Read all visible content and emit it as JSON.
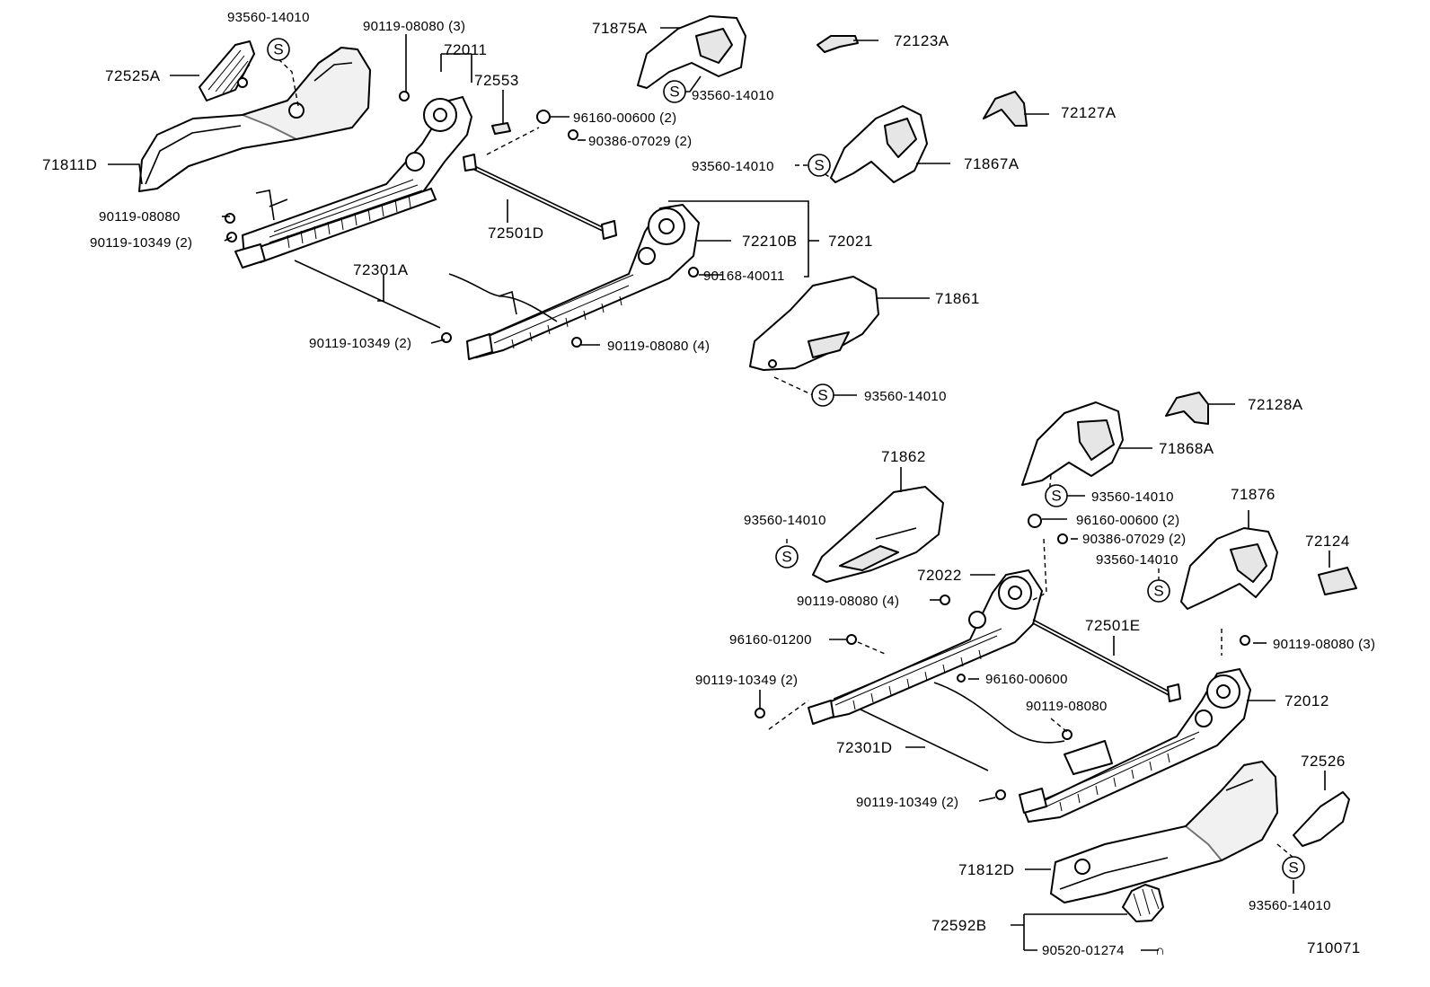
{
  "diagram_code": "710071",
  "seal_symbol": "S",
  "labels": {
    "p72525A": "72525A",
    "p71811D": "71811D",
    "p93560_a": "93560-14010",
    "p90119_08080_3a": "90119-08080 (3)",
    "p72011": "72011",
    "p72553": "72553",
    "p96160_00600_2a": "96160-00600 (2)",
    "p90386_07029_2a": "90386-07029 (2)",
    "p90119_08080_a": "90119-08080",
    "p90119_10349_2a": "90119-10349 (2)",
    "p72501D": "72501D",
    "p72301A": "72301A",
    "p90119_10349_2b": "90119-10349 (2)",
    "p90119_08080_4a": "90119-08080 (4)",
    "p72210B": "72210B",
    "p72021": "72021",
    "p90168_40011": "90168-40011",
    "p71875A": "71875A",
    "p93560_b": "93560-14010",
    "p72123A": "72123A",
    "p72127A": "72127A",
    "p93560_c": "93560-14010",
    "p71867A": "71867A",
    "p71861": "71861",
    "p93560_d": "93560-14010",
    "p72128A": "72128A",
    "p71868A": "71868A",
    "p93560_e": "93560-14010",
    "p71862": "71862",
    "p93560_f": "93560-14010",
    "p71876": "71876",
    "p96160_00600_2b": "96160-00600 (2)",
    "p90386_07029_2b": "90386-07029 (2)",
    "p93560_g": "93560-14010",
    "p72124": "72124",
    "p72022": "72022",
    "p90119_08080_4b": "90119-08080 (4)",
    "p96160_01200": "96160-01200",
    "p72501E": "72501E",
    "p90119_08080_3b": "90119-08080 (3)",
    "p90119_10349_2c": "90119-10349 (2)",
    "p96160_00600": "96160-00600",
    "p72012": "72012",
    "p90119_08080_b": "90119-08080",
    "p72301D": "72301D",
    "p90119_10349_2d": "90119-10349 (2)",
    "p72526": "72526",
    "p71812D": "71812D",
    "p93560_h": "93560-14010",
    "p72592B": "72592B",
    "p90520_01274": "90520-01274"
  }
}
